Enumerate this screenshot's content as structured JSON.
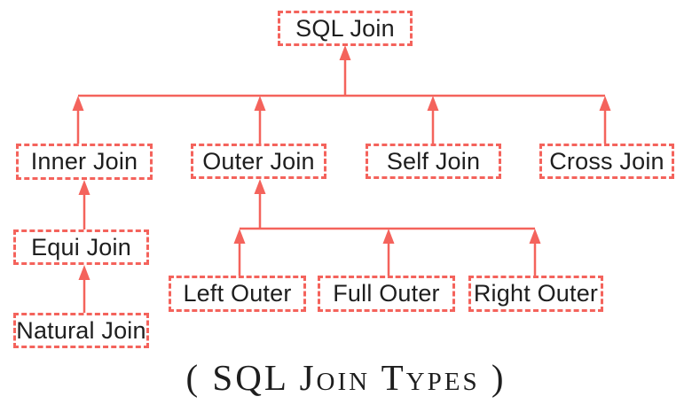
{
  "diagram": {
    "caption": "( SQL Join Types )",
    "nodes": {
      "sql_join": {
        "label": "SQL Join"
      },
      "inner_join": {
        "label": "Inner Join"
      },
      "outer_join": {
        "label": "Outer Join"
      },
      "self_join": {
        "label": "Self Join"
      },
      "cross_join": {
        "label": "Cross Join"
      },
      "equi_join": {
        "label": "Equi Join"
      },
      "natural_join": {
        "label": "Natural Join"
      },
      "left_outer": {
        "label": "Left Outer"
      },
      "full_outer": {
        "label": "Full Outer"
      },
      "right_outer": {
        "label": "Right Outer"
      }
    },
    "hierarchy": [
      {
        "child": "Inner Join",
        "parent": "SQL Join"
      },
      {
        "child": "Outer Join",
        "parent": "SQL Join"
      },
      {
        "child": "Self Join",
        "parent": "SQL Join"
      },
      {
        "child": "Cross Join",
        "parent": "SQL Join"
      },
      {
        "child": "Equi Join",
        "parent": "Inner Join"
      },
      {
        "child": "Natural Join",
        "parent": "Equi Join"
      },
      {
        "child": "Left Outer",
        "parent": "Outer Join"
      },
      {
        "child": "Full Outer",
        "parent": "Outer Join"
      },
      {
        "child": "Right Outer",
        "parent": "Outer Join"
      }
    ],
    "colors": {
      "accent": "#F4635C",
      "text": "#1E1E1E",
      "background": "#FFFFFF"
    }
  }
}
